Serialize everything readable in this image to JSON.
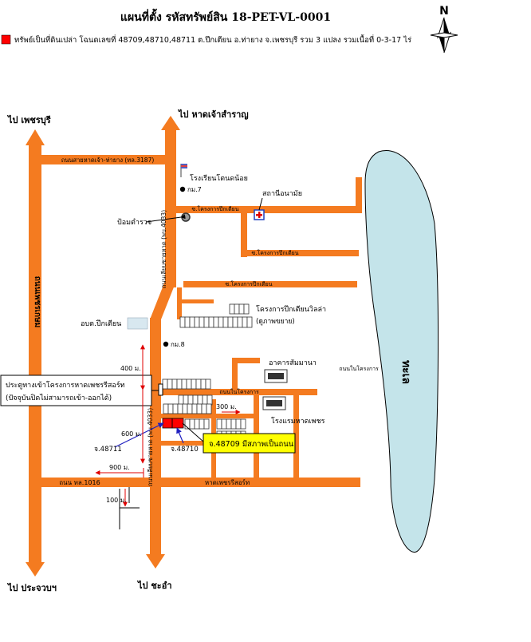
{
  "title": "แผนที่ตั้ง รหัสทรัพย์สิน 18-PET-VL-0001",
  "legend": {
    "text": "ทรัพย์เป็นที่ดินเปล่า โฉนดเลขที่ 48709,48710,48711  ต.ปึกเตียน อ.ท่ายาง จ.เพชรบุรี รวม 3 แปลง รวมเนื้อที่ 0-3-17 ไร่",
    "color": "#ff0000"
  },
  "compass": {
    "label": "N"
  },
  "colors": {
    "road": "#f47b20",
    "sea": "#c4e4ea",
    "property": "#ff0000",
    "callout": "#ffff00",
    "dimension": "#e00000",
    "pointer": "#2020c0"
  },
  "directions": {
    "top_left": "ไป เพชรบุรี",
    "top_right": "ไป หาดเจ้าสำราญ",
    "bottom_left": "ไป ประจวบฯ",
    "bottom_right": "ไป ชะอำ"
  },
  "roads": {
    "highway_left": "ถนนเพชรเกษม",
    "top_horizontal": "ถนนสายหาดเจ้า-ท่ายาง (ทล.3187)",
    "vertical_main": "ถนนเลียบชายหาด (พบ.4033)",
    "vertical_main_lower": "ถนนเลียบชายหาด (พบ.4033)",
    "bottom_horizontal": "ถนน ทล.1016",
    "soi_1": "ซ.โครงการปึกเตียน",
    "soi_2": "ซ.โครงการปึกเตียน",
    "soi_3": "ซ.โครงการปึกเตียน",
    "inner_road": "ถนนในโครงการ",
    "inner_road_2": "ถนนในโครงการ"
  },
  "sea_label": "ทะเล",
  "places": {
    "school": "โรงเรียนโตนดน้อย",
    "km7": "กม.7",
    "health_center": "สถานีอนามัย",
    "police_box": "ป้อมตำรวจ",
    "tambon_office": "อบต.ปึกเตียน",
    "km8": "กม.8",
    "villa_project": "โครงการปึกเตียนวิลล่า",
    "villa_sub": "(ดูภาพขยาย)",
    "building": "อาคารสัมมานา",
    "hotel": "โรงแรมหาดเพชร",
    "resort": "หาดเพชรรีสอร์ท"
  },
  "notes": {
    "gate_line1": "ประตูทางเข้าโครงการหาดเพชรรีสอร์ท",
    "gate_line2": "(ปัจจุบันปิดไม่สามารถเข้า-ออกได้)",
    "callout": "จ.48709 มีสภาพเป็นถนน",
    "lot_48711": "จ.48711",
    "lot_48710": "จ.48710"
  },
  "distances": {
    "d400": "400 ม.",
    "d600": "600 ม.",
    "d300": "300 ม.",
    "d900": "900 ม.",
    "d100": "100 ม."
  }
}
